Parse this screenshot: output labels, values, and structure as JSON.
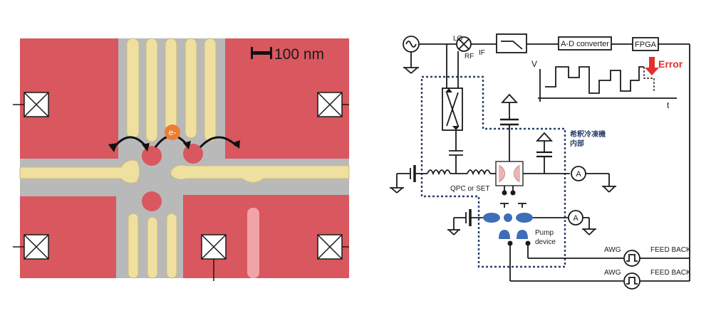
{
  "micrograph": {
    "scale_bar_label": "100 nm",
    "electron_label": "e-",
    "colors": {
      "depletion_region": "#d9575f",
      "gate": "#efe0a0",
      "background": "#b9b9b9",
      "electron": "#ee7d31",
      "pump_gate": "#f1a3a8"
    }
  },
  "circuit": {
    "lo_label": "LO",
    "rf_label": "RF",
    "if_label": "IF",
    "adc_label": "A-D converter",
    "fpga_label": "FPGA",
    "error_label": "Error",
    "v_axis_label": "V",
    "t_axis_label": "t",
    "fridge_label_line1": "希釈冷凍機",
    "fridge_label_line2": "内部",
    "qpc_label": "QPC or SET",
    "pump_label_line1": "Pump",
    "pump_label_line2": "device",
    "ammeter_symbol": "A",
    "awg_label": "AWG",
    "feedback_label": "FEED BACK",
    "colors": {
      "error": "#e03030",
      "fridge_border": "#2b3f6b",
      "pump_gate": "#3d6fb6",
      "detector": "#e8b7b3"
    }
  }
}
